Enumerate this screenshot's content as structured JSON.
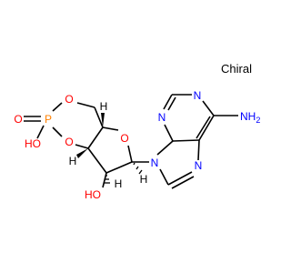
{
  "annotation": {
    "chiral_label": "Chiral"
  },
  "atoms": {
    "phosphorus": "P",
    "phosphoryl_oxygen": "O",
    "ring_oxygen_top": "O",
    "ring_oxygen_bottom": "O",
    "furanose_oxygen": "O",
    "phosphate_hydroxyl": "HO",
    "sugar_hydroxyl": "HO",
    "pyrimidine_n1": "N",
    "pyrimidine_n3": "N",
    "imidazole_n7": "N",
    "imidazole_n9": "N",
    "amino_group": "NH",
    "amino_subscript": "2",
    "stereo_h_top": "H",
    "stereo_h_left": "H",
    "stereo_h_bottom_left": "H",
    "stereo_h_bottom_right": "H"
  },
  "colors": {
    "bond": "#000000",
    "carbon": "#000000",
    "oxygen": "#ff0000",
    "nitrogen": "#0000ff",
    "phosphorus": "#ff8000"
  }
}
